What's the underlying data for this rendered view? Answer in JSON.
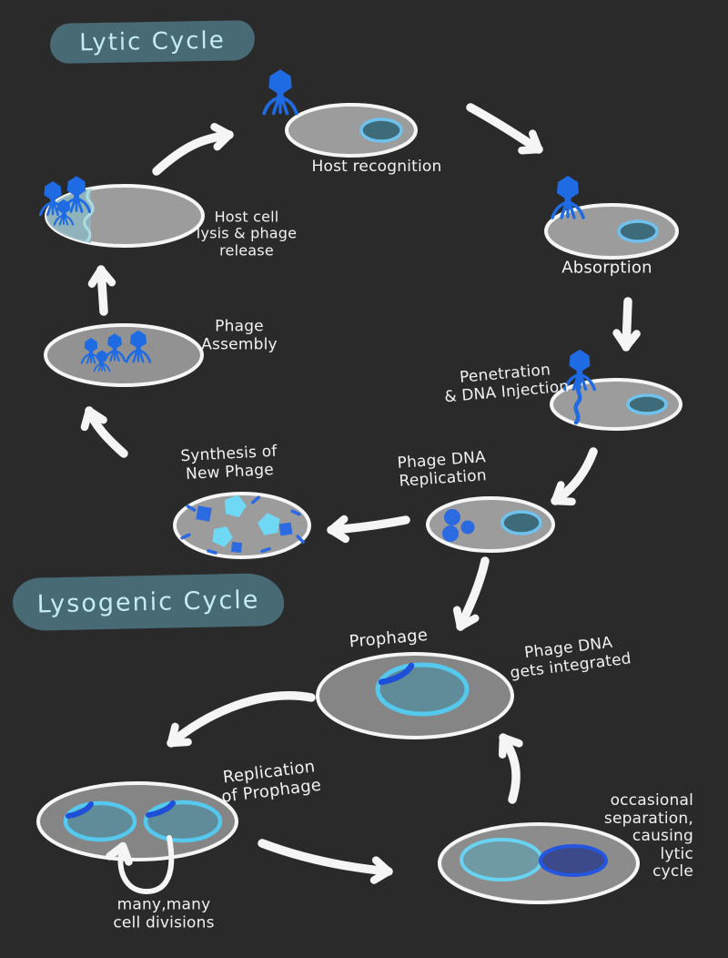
{
  "titles": {
    "lytic": "Lytic Cycle",
    "lysogenic": "Lysogenic Cycle"
  },
  "labels": {
    "host_recognition": "Host recognition",
    "absorption": "Absorption",
    "penetration": "Penetration\n& DNA Injection",
    "dna_replication": "Phage DNA\nReplication",
    "synthesis": "Synthesis of\nNew Phage",
    "assembly": "Phage\nAssembly",
    "lysis": "Host cell\nlysis & phage\nrelease",
    "prophage": "Prophage",
    "integration": "Phage DNA\ngets integrated",
    "prophage_replication": "Replication\nof Prophage",
    "cell_divisions": "many,many\ncell divisions",
    "separation": "occasional\nseparation,\ncausing\nlytic\ncycle"
  },
  "colors": {
    "background": "#2b2a2a",
    "cell_body_lytic": "#9c9c9c",
    "cell_body_lysogenic": "#858585",
    "cell_outline": "#f5f5f5",
    "arrow": "#f5f5f5",
    "label_text": "#f2f2f2",
    "phage_blue": "#1e6be4",
    "nucleoid_teal": "#3e6b79",
    "nucleoid_ring": "#6fc1ee",
    "prophage_fill": "#5f8c98",
    "prophage_ring": "#55c8ee",
    "prophage_segment": "#1d4fd8",
    "capsid_cyan": "#6fd8f4",
    "lysed_region": "#8fb6bf",
    "separated_dna_fill": "#3c4a8c",
    "separated_dna_ring": "#2456e0",
    "title_highlight": "#476a75",
    "title_text": "#c3ecf4"
  }
}
